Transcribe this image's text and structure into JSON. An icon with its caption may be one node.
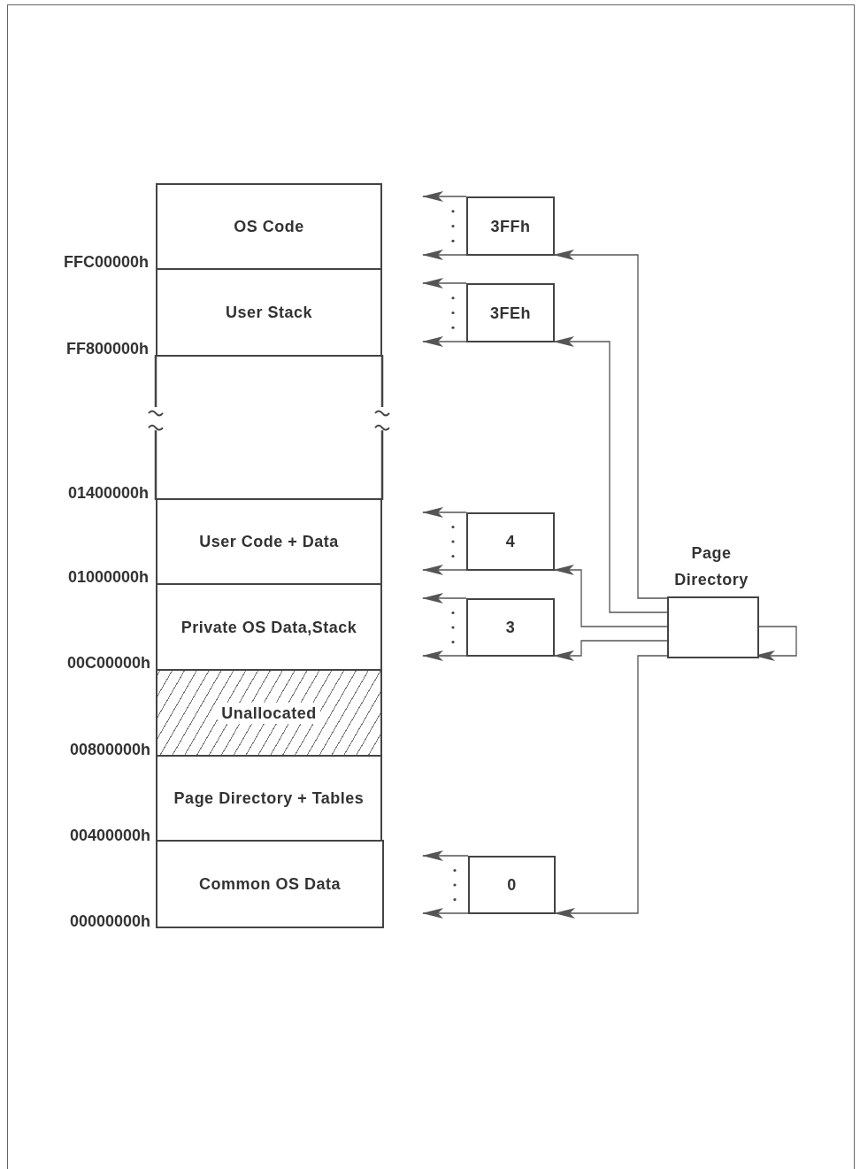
{
  "diagram": {
    "nodes": [
      {
        "text": [
          "OS Code"
        ]
      },
      {
        "text": [
          "User Stack"
        ]
      },
      {
        "text": [],
        "shape": "box"
      },
      {
        "text": [
          "User Code + Data"
        ]
      },
      {
        "text": [
          "Private OS Data,Stack"
        ]
      },
      {
        "text": [
          "Unallocated"
        ]
      },
      {
        "text": [
          "Page Directory + Tables"
        ]
      },
      {
        "text": [
          "Common OS Data"
        ]
      },
      {
        "text": [
          "3FFh"
        ]
      },
      {
        "text": [
          "3FEh"
        ]
      },
      {
        "text": [
          "4"
        ]
      },
      {
        "text": [
          "3"
        ]
      },
      {
        "text": [
          "Page Directory"
        ]
      },
      {
        "text": [
          "0"
        ]
      }
    ],
    "edges": [
      {
        "from": 12,
        "to": 8,
        "arrow": "to"
      },
      {
        "from": 12,
        "to": 9,
        "arrow": "to"
      },
      {
        "from": 12,
        "to": 10,
        "arrow": "to"
      },
      {
        "from": 12,
        "to": 11,
        "arrow": "to"
      },
      {
        "from": 12,
        "to": 13,
        "arrow": "to"
      },
      {
        "from": 12,
        "to": 12,
        "arrow": "to"
      },
      {
        "from": 8,
        "to": null,
        "arrow": "to"
      },
      {
        "from": 8,
        "to": null,
        "arrow": "to"
      },
      {
        "from": 9,
        "to": null,
        "arrow": "to"
      },
      {
        "from": 9,
        "to": null,
        "arrow": "to"
      },
      {
        "from": 10,
        "to": null,
        "arrow": "to"
      },
      {
        "from": 10,
        "to": null,
        "arrow": "to"
      },
      {
        "from": 11,
        "to": null,
        "arrow": "to"
      },
      {
        "from": 11,
        "to": null,
        "arrow": "to"
      },
      {
        "from": 13,
        "to": null,
        "arrow": "to"
      },
      {
        "from": 13,
        "to": null,
        "arrow": "to"
      }
    ],
    "labels": [
      "FFC00000h",
      "FF800000h",
      "01400000h",
      "01000000h",
      "00C00000h",
      "00800000h",
      "00400000h",
      "00000000h"
    ]
  }
}
